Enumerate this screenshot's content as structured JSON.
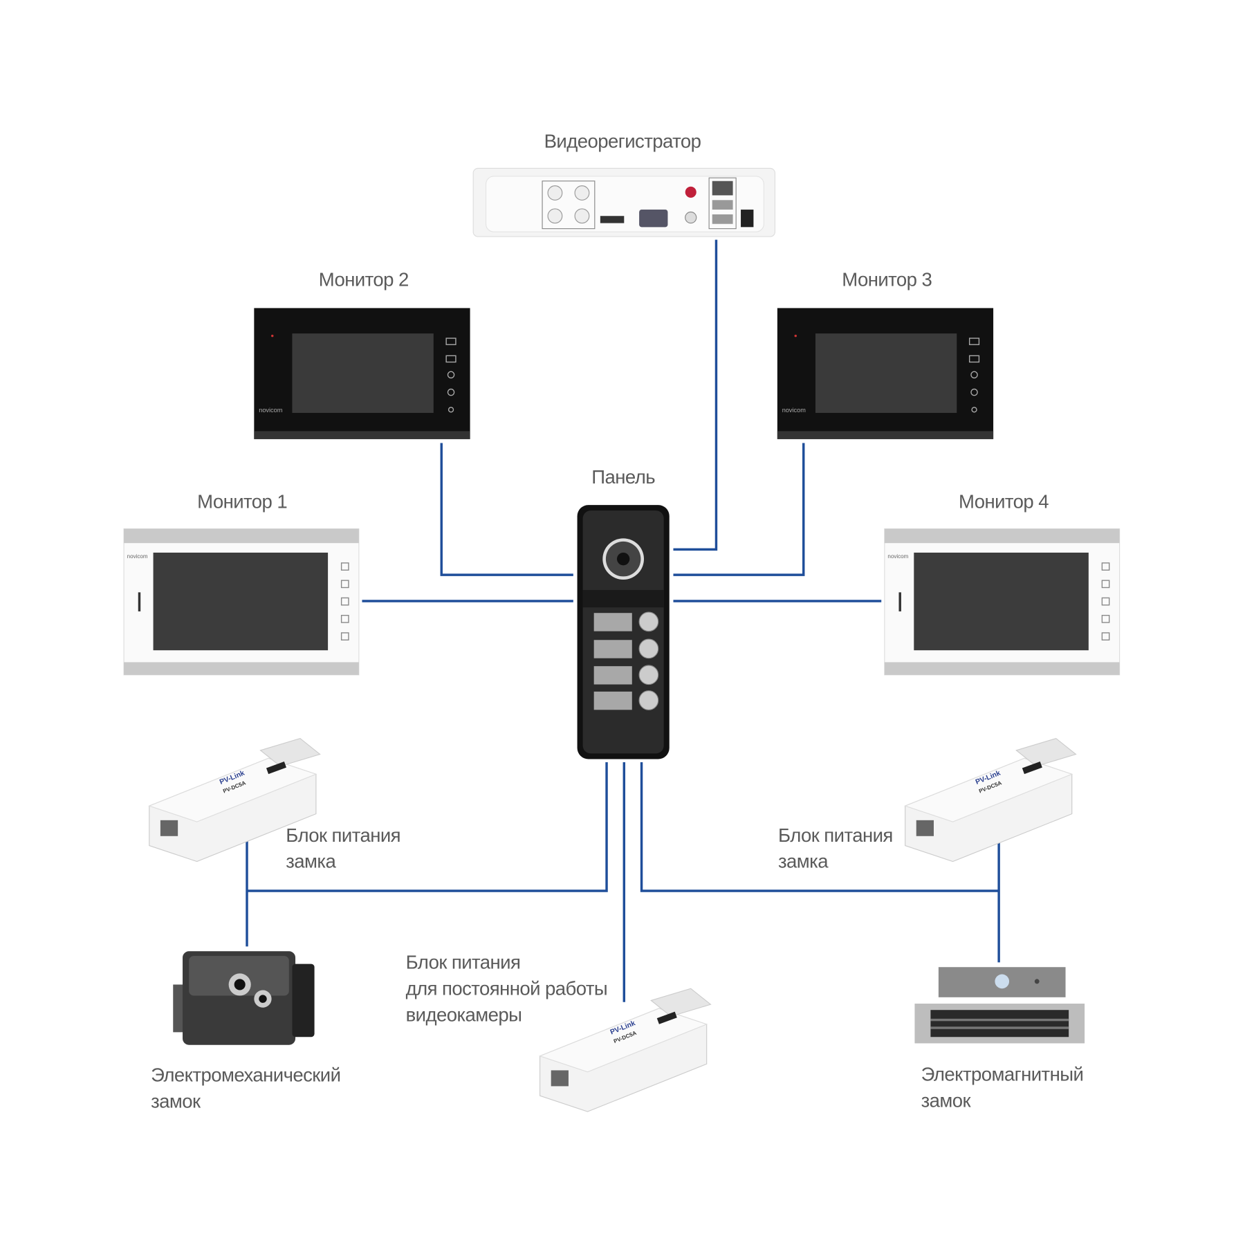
{
  "labels": {
    "dvr": "Видеорегистратор",
    "monitor1": "Монитор 1",
    "monitor2": "Монитор 2",
    "monitor3": "Монитор 3",
    "monitor4": "Монитор 4",
    "panel": "Панель",
    "psu_left": [
      "Блок питания",
      "замка"
    ],
    "psu_right": [
      "Блок питания",
      "замка"
    ],
    "psu_camera": [
      "Блок питания",
      "для постоянной работы",
      "видеокамеры"
    ],
    "lock_electromech": [
      "Электромеханический",
      "замок"
    ],
    "lock_electromag": [
      "Электромагнитный",
      "замок"
    ]
  },
  "brands": {
    "monitor": "novicom",
    "psu": "PV-Link",
    "psu_model": "PV-DC5A"
  },
  "colors": {
    "wire": "#1f4e9a",
    "text": "#5a5a5a",
    "panel": "#2b2b2b"
  }
}
